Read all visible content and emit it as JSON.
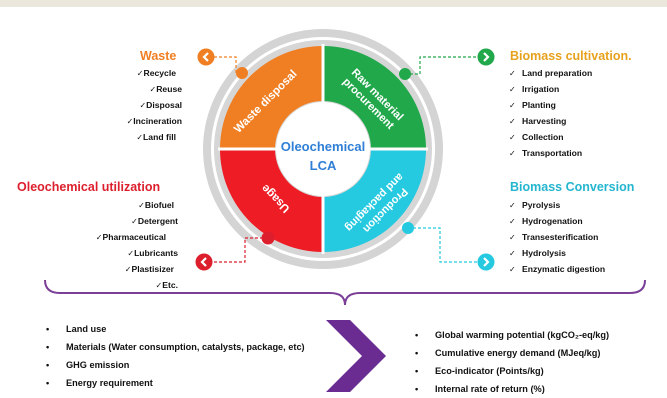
{
  "center": {
    "line1": "Oleochemical",
    "line2": "LCA"
  },
  "quadrants": {
    "top_left": {
      "label": "Waste disposal",
      "color": "#f07f23"
    },
    "top_right": {
      "label_line1": "Raw material",
      "label_line2": "procurement",
      "color": "#21a84a"
    },
    "bottom_left": {
      "label": "Usage",
      "color": "#ee1c25"
    },
    "bottom_right": {
      "label_line1": "Production",
      "label_line2": "and packaging",
      "color": "#25c9e0"
    }
  },
  "waste": {
    "title": "Waste",
    "color": "#f07f23",
    "items": [
      "Recycle",
      "Reuse",
      "Disposal",
      "Incineration",
      "Land fill"
    ]
  },
  "utilization": {
    "title": "Oleochemical utilization",
    "color": "#dd1f2d",
    "items": [
      "Biofuel",
      "Detergent",
      "Pharmaceutical",
      "Lubricants",
      "Plastisizer",
      "Etc."
    ]
  },
  "cultivation": {
    "title": "Biomass cultivation.",
    "color": "#e7a21d",
    "items": [
      "Land preparation",
      "Irrigation",
      "Planting",
      "Harvesting",
      "Collection",
      "Transportation"
    ]
  },
  "conversion": {
    "title": "Biomass Conversion",
    "color": "#25b6cf",
    "items": [
      "Pyrolysis",
      "Hydrogenation",
      "Transesterification",
      "Hydrolysis",
      "Enzymatic digestion"
    ]
  },
  "check_symbol": "✓",
  "bullet_symbol": "•",
  "inputs": [
    "Land use",
    "Materials (Water consumption, catalysts, package, etc)",
    "GHG emission",
    "Energy requirement"
  ],
  "outputs": [
    "Global warming potential (kgCO₂-eq/kg)",
    "Cumulative energy demand (MJeq/kg)",
    "Eco-indicator (Points/kg)",
    "Internal rate of return (%)"
  ],
  "colors": {
    "bracket": "#7b3f98",
    "arrow": "#6a2c91",
    "ring": "#d4d4d4",
    "center_text": "#2f7fd6"
  }
}
